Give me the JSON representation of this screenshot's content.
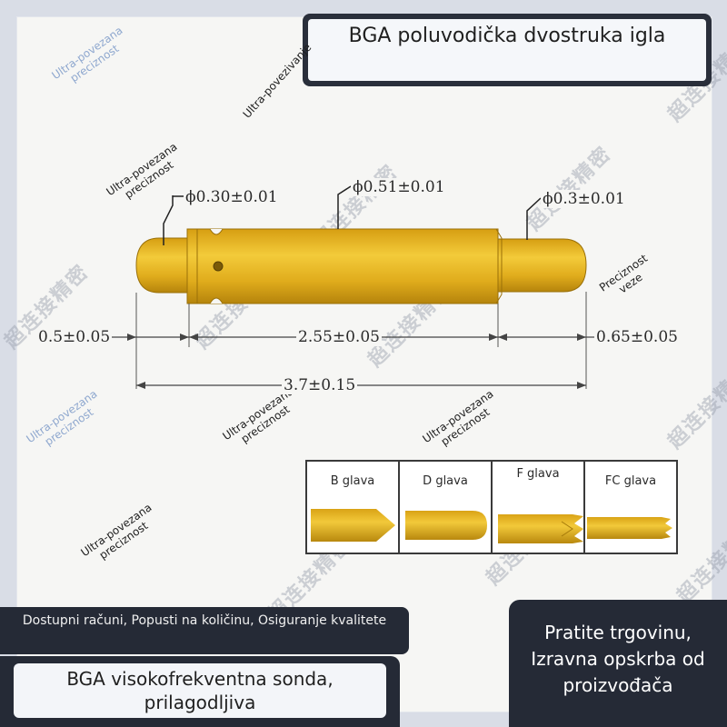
{
  "title": "BGA poluvodička dvostruka igla",
  "watermarks": {
    "top_left": "Ultra-povezana preciznost",
    "top_mid": "Ultra-povezivanje",
    "left_probe": "Ultra-povezana preciznost",
    "right_probe": "Preciznost veze",
    "mid_left": "Ultra-povezana preciznost",
    "mid_center_a": "Ultra-povezana preciznost",
    "mid_center_b": "Ultra-povezana preciznost",
    "bottom_left": "Ultra-povezana preciznost",
    "cjk": "超连接精密"
  },
  "dimensions": {
    "left_dia": "ϕ0.30±0.01",
    "mid_dia": "ϕ0.51±0.01",
    "right_dia": "ϕ0.3±0.01",
    "left_len": "0.5±0.05",
    "mid_len": "2.55±0.05",
    "right_len": "0.65±0.05",
    "total_len": "3.7±0.15"
  },
  "head_types": [
    {
      "label": "B glava",
      "shape": "pointed-tip"
    },
    {
      "label": "D glava",
      "shape": "round-tip"
    },
    {
      "label": "F glava",
      "shape": "crown-tip"
    },
    {
      "label": "FC glava",
      "shape": "crown-small-tip"
    }
  ],
  "banners": {
    "features": "Dostupni računi, Popusti na količinu, Osiguranje kvalitete",
    "product": "BGA visokofrekventna sonda, prilagodljiva",
    "store": "Pratite trgovinu, Izravna opskrba od proizvođača"
  },
  "colors": {
    "gold": "#e3b51f",
    "gold_dark": "#b88a0c",
    "banner": "#252a36",
    "watermark_blue": "#8fa8cf"
  }
}
